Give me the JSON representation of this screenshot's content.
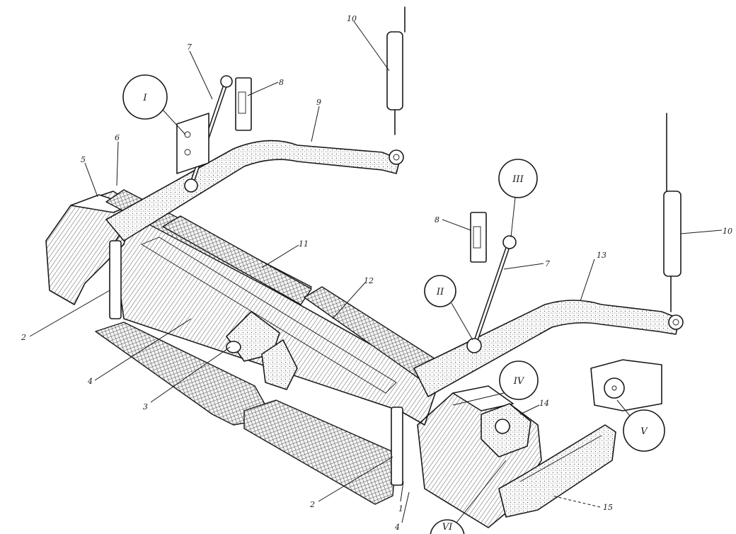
{
  "callouts": {
    "n1": "1",
    "n2a": "2",
    "n2b": "2",
    "n3": "3",
    "n4a": "4",
    "n4b": "4",
    "n5": "5",
    "n6": "6",
    "n7a": "7",
    "n7b": "7",
    "n8a": "8",
    "n8b": "8",
    "n9": "9",
    "n10a": "10",
    "n10b": "10",
    "n11": "11",
    "n12": "12",
    "n13": "13",
    "n14": "14",
    "n15": "15"
  },
  "detail_views": {
    "I": "I",
    "II": "II",
    "III": "III",
    "IV": "IV",
    "V": "V",
    "VI": "VI"
  }
}
